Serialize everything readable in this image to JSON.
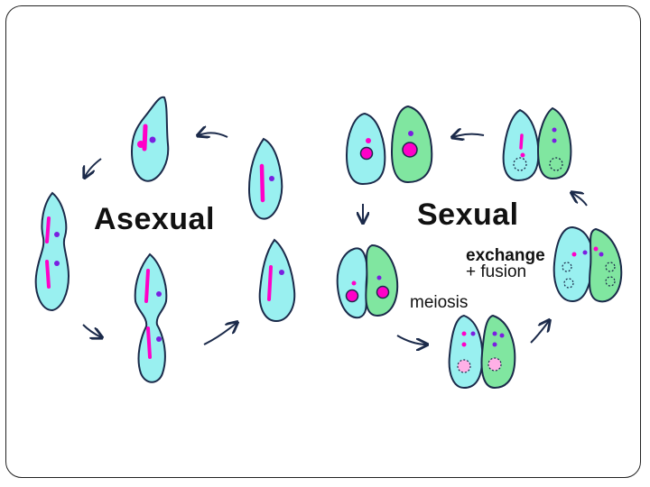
{
  "labels": {
    "asexual": "Asexual",
    "sexual": "Sexual",
    "exchange": "exchange",
    "fusion": "+ fusion",
    "meiosis": "meiosis"
  },
  "colors": {
    "cyan_cell": "#99f0f0",
    "green_cell": "#80e6a0",
    "outline": "#1b2a4a",
    "magenta": "#ff00c8",
    "purple": "#7a1fe0",
    "pink": "#ffb0e6",
    "frame": "#222222"
  }
}
